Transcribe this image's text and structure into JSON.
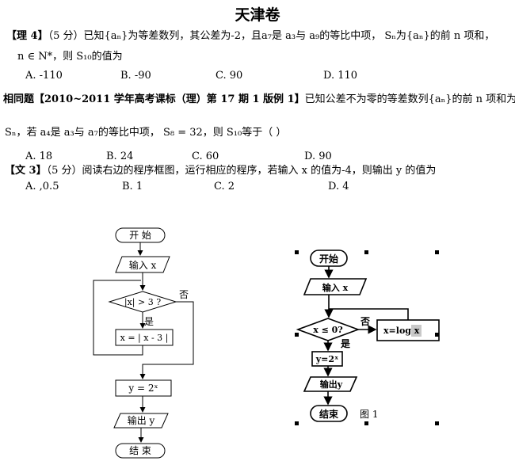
{
  "doc": {
    "title": "天津卷",
    "q1": {
      "tag": "【理 4】",
      "line1": "（5 分）已知{aₙ}为等差数列，其公差为-2，且a₇是 a₃与 a₉的等比中项，  Sₙ为{aₙ}的前 n 项和，",
      "line2": "n ∈ N*，则 S₁₀的值为",
      "options": [
        "A.  -110",
        "B.  -90",
        "C.  90",
        "D.  110"
      ]
    },
    "q2": {
      "tag": "相同题",
      "source": "【2010~2011 学年高考课标（理）第 17 期 1 版例 1】",
      "line1_rest": "已知公差不为零的等差数列{aₙ}的前 n 项和为",
      "line2": "Sₙ，若 a₄是 a₃与 a₇的等比中项，  S₈ = 32，则 S₁₀等于（      ）",
      "options": [
        "A.  18",
        "B.  24",
        "C.  60",
        "D.  90"
      ]
    },
    "q3": {
      "tag": "【文 3】",
      "line1": "（5 分）阅读右边的程序框图，运行相应的程序，若输入 x 的值为-4，则输出 y 的值为",
      "options": [
        "A.  ,0.5",
        "B.  1",
        "C.  2",
        "D.  4"
      ]
    }
  },
  "flow_left": {
    "start": "开  始",
    "input": "输入 x",
    "cond": "|x| > 3 ?",
    "no": "否",
    "yes": "是",
    "assign": "x = | x - 3 |",
    "compute": "y = 2ˣ",
    "output": "输出 y",
    "end": "结  束"
  },
  "flow_right": {
    "start": "开始",
    "input": "输入 x",
    "cond": "x ≤ 0?",
    "no": "否",
    "yes": "是",
    "assign": "x=log    x",
    "compute": "y=2ˣ",
    "output": "输出y",
    "end": "结束",
    "caption": "图 1"
  }
}
